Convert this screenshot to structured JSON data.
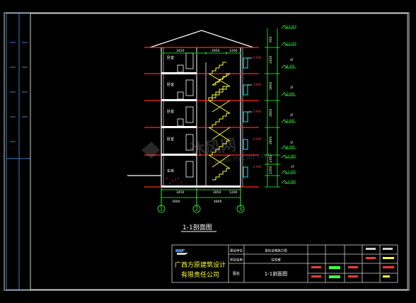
{
  "drawing": {
    "section_title": "1-1剖面图",
    "grid_axes": [
      "1",
      "2",
      "3"
    ],
    "watermark_text": "沐风网",
    "watermark_url": "www.mfcad.com"
  },
  "title_block": {
    "company_line1": "广西方原建筑设计",
    "company_line2": "有限责任公司",
    "drawing_name_label": "图名",
    "drawing_name": "1-1剖面图",
    "project_label": "建设单位",
    "project_value": "某综合楼施工图",
    "item_label": "项目名称",
    "item_value": "住宅楼"
  },
  "colors": {
    "background": "#000000",
    "frame": "#cfcfcf",
    "blue_frame": "#3f7fc0",
    "walls": "#ffffff",
    "slabs": "#ff2a2a",
    "stairs": "#ffff33",
    "dimensions": "#33ff33",
    "windows": "#22e0e0",
    "text_red": "#ff3a3a",
    "text_green": "#44ff44",
    "text_yellow": "#ffff33"
  }
}
